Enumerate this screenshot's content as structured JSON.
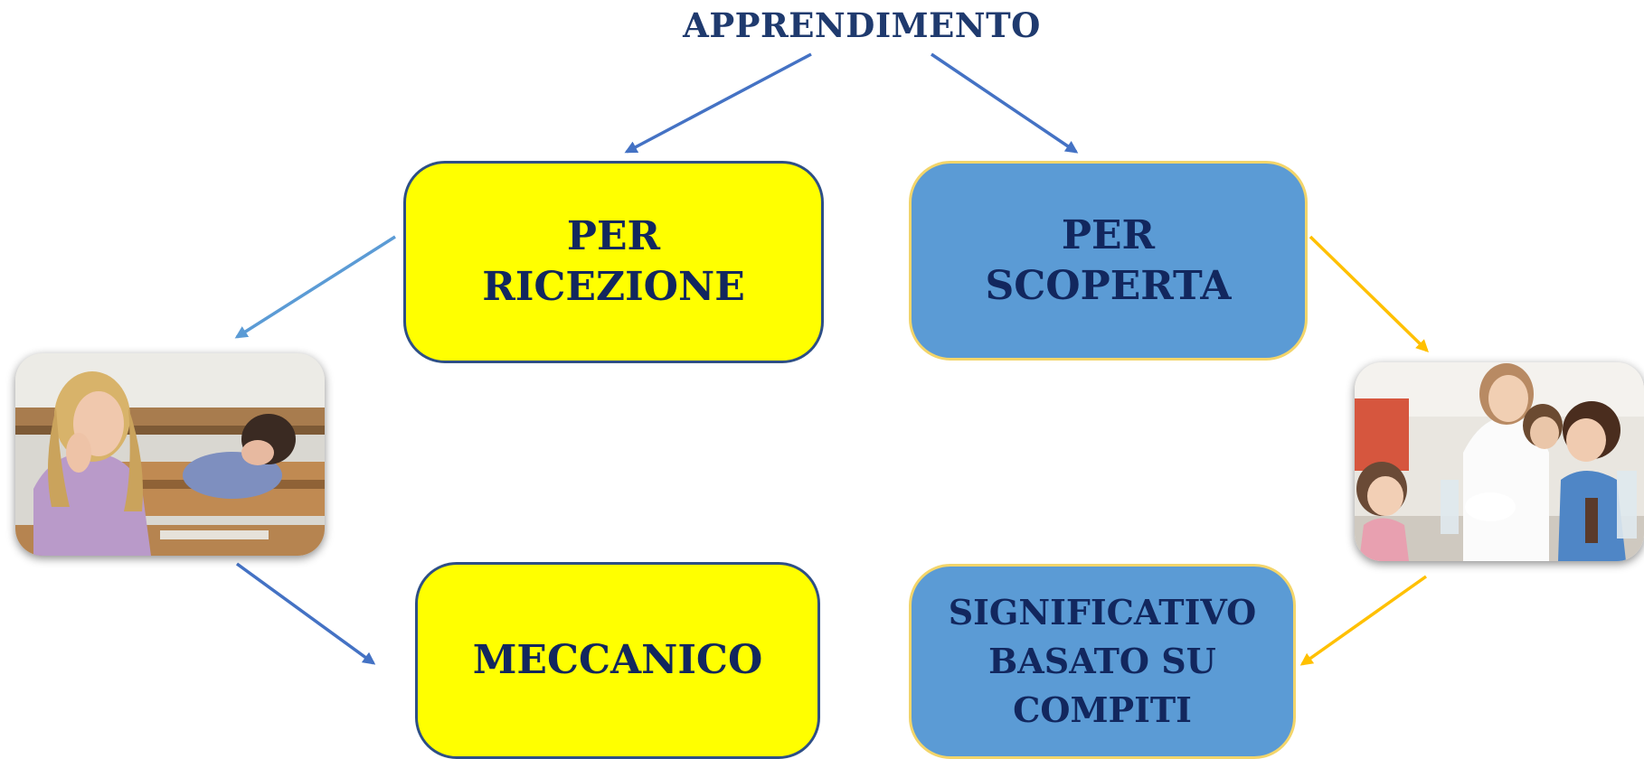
{
  "title": "APPRENDIMENTO",
  "nodes": {
    "reception": {
      "label": "PER\nRICEZIONE"
    },
    "discovery": {
      "label": "PER\nSCOPERTA"
    },
    "mechanical": {
      "label": "MECCANICO"
    },
    "meaningful": {
      "label": "SIGNIFICATIVO\nBASATO SU\nCOMPITI"
    }
  },
  "images": {
    "left": {
      "subject": "bored students in a lecture hall"
    },
    "right": {
      "subject": "teacher with children doing a science experiment"
    }
  },
  "colors": {
    "yellow_box": "#ffff00",
    "blue_box": "#5b9bd5",
    "text": "#12275e",
    "arrow_blue": "#4472c4",
    "arrow_light_blue": "#5b9bd5",
    "arrow_gold": "#ffc000"
  }
}
